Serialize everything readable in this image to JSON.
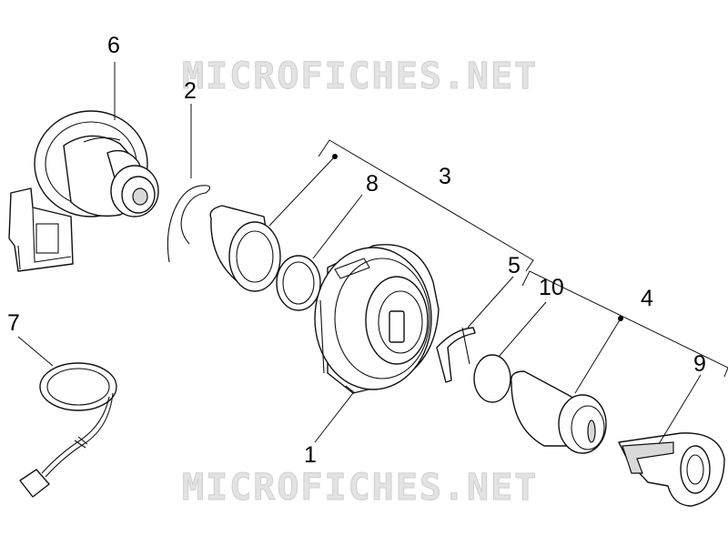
{
  "watermark": {
    "top": "MICROFICHES.NET",
    "bottom": "MICROFICHES.NET"
  },
  "callouts": {
    "n1": "1",
    "n2": "2",
    "n3": "3",
    "n4": "4",
    "n5": "5",
    "n6": "6",
    "n7": "7",
    "n8": "8",
    "n9": "9",
    "n10": "10"
  }
}
